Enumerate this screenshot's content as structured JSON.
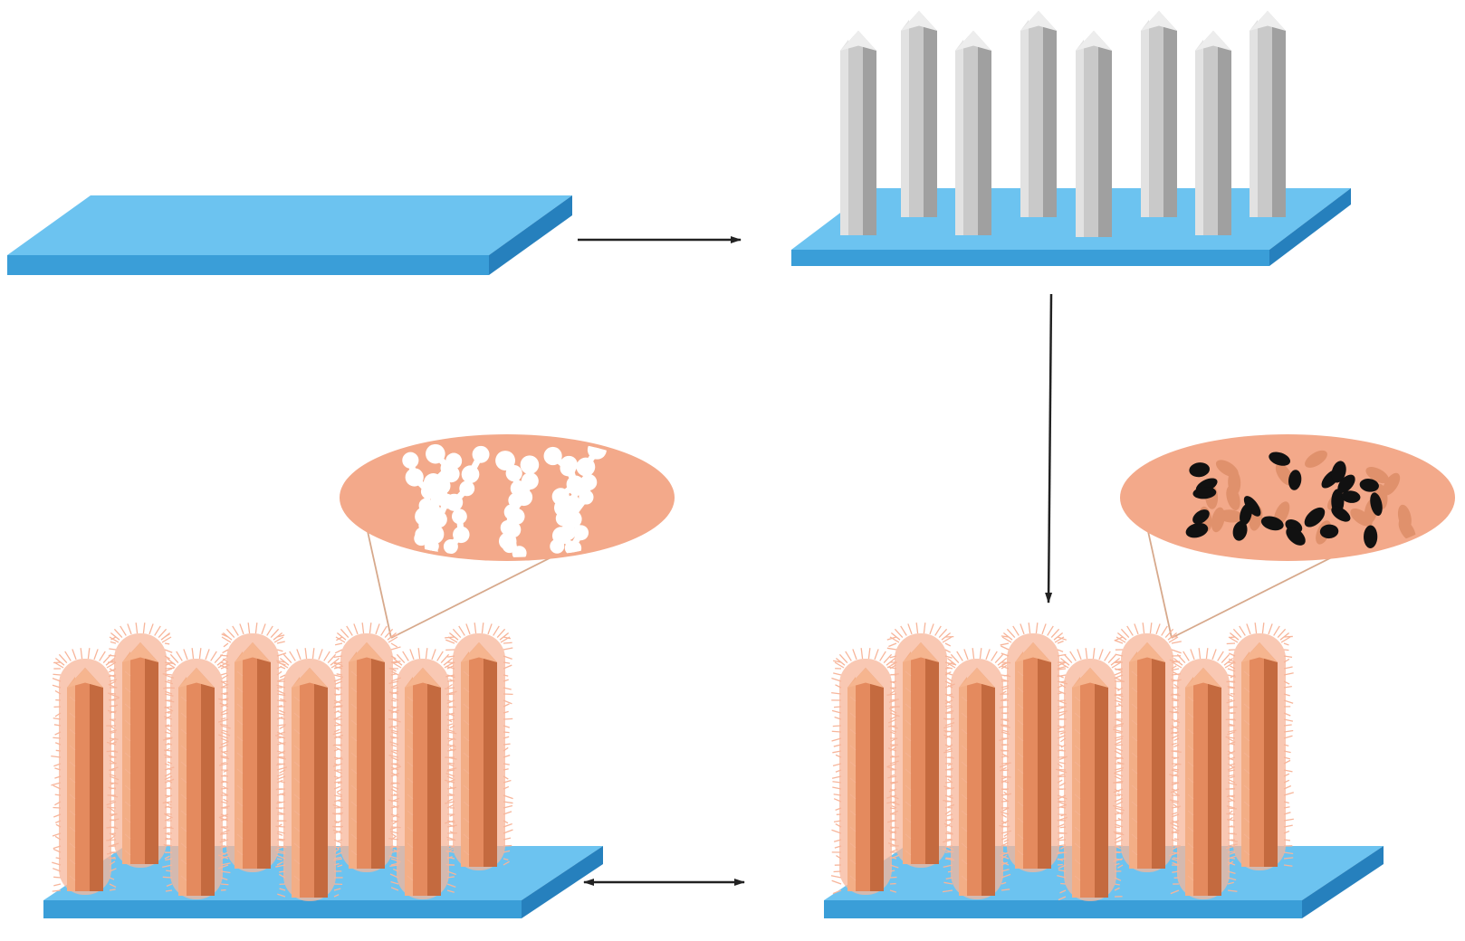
{
  "colors": {
    "substrate_top": "#6cc3f0",
    "substrate_front": "#3a9ed8",
    "substrate_side": "#2680bd",
    "rod_gray_front": "#c9c9c9",
    "rod_gray_side": "#a0a0a0",
    "rod_gray_light": "#e2e2e2",
    "rod_gray_top": "#ededed",
    "rod_copper_front": "#e48a5e",
    "rod_copper_side": "#c46a3f",
    "rod_copper_light": "#f3ae86",
    "rod_copper_top": "#f6b58f",
    "fuzz": "#f7b59a",
    "zoom_fill": "#f3a98a",
    "zoom_line": "#d7a98c",
    "white_particles": "#ffffff",
    "dark_particles": "#111111",
    "faded_particles": "#e0916c",
    "arrow": "#222222"
  },
  "panels": [
    {
      "id": "bare-substrate",
      "rods": "none",
      "zoom": "none"
    },
    {
      "id": "gray-nanorods-on-substrate",
      "rods": "gray",
      "zoom": "none"
    },
    {
      "id": "copper-nanorods-with-white-particles",
      "rods": "copper",
      "zoom": "white-chains"
    },
    {
      "id": "copper-nanorods-with-dark-particles",
      "rods": "copper",
      "zoom": "dark-clusters"
    }
  ],
  "arrows": [
    {
      "id": "arrow-right",
      "direction": "right"
    },
    {
      "id": "arrow-down",
      "direction": "down"
    },
    {
      "id": "arrow-double",
      "direction": "both"
    }
  ]
}
